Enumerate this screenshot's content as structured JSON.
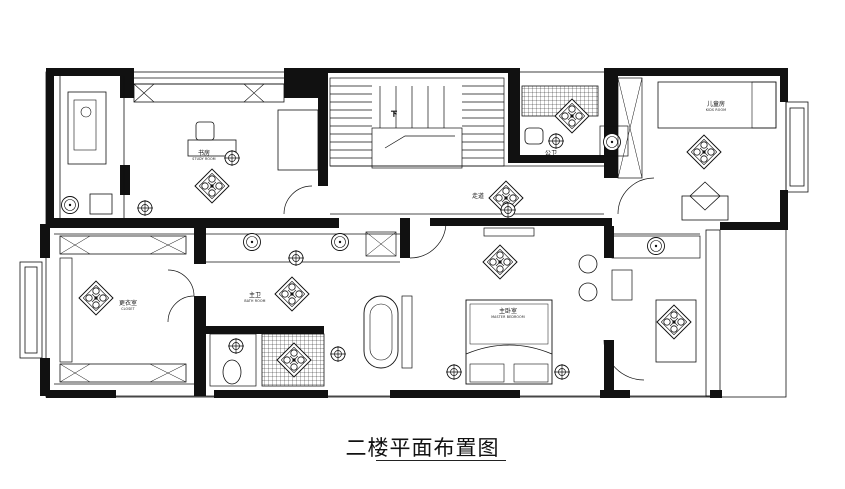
{
  "title": "二楼平面布置图",
  "rooms": {
    "study": {
      "name": "书房",
      "sub": "STUDY ROOM"
    },
    "kids": {
      "name": "儿童房",
      "sub": "KIDS ROOM"
    },
    "public_bath": {
      "name": "公卫"
    },
    "corridor": {
      "name": "走道"
    },
    "stair_down": {
      "name": "下"
    },
    "closet": {
      "name": "更衣室",
      "sub": "CLOSET"
    },
    "master_bath": {
      "name": "主卫",
      "sub": "BATH ROOM"
    },
    "master_bed": {
      "name": "主卧室",
      "sub": "MASTER BEDROOM"
    }
  }
}
